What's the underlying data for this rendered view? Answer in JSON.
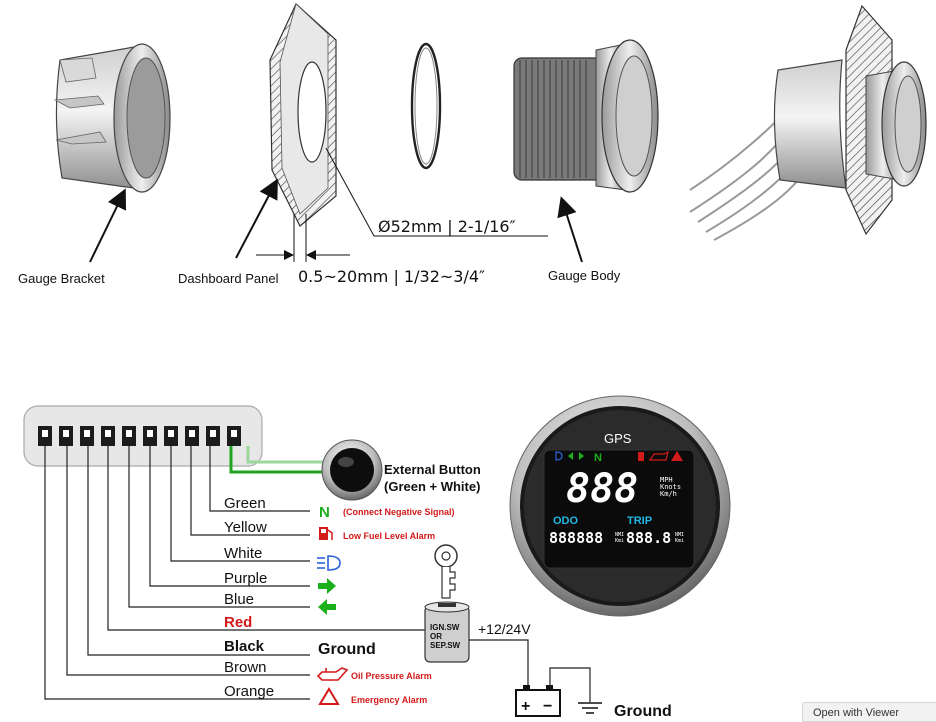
{
  "install": {
    "gauge_bracket": "Gauge Bracket",
    "dashboard_panel": "Dashboard Panel",
    "gauge_body": "Gauge Body",
    "hole_dimension": "Ø52mm | 2-1/16″",
    "panel_thickness": "0.5~20mm | 1/32~3/4″"
  },
  "gauge": {
    "title": "GPS",
    "speed_digits": "888",
    "units": [
      "MPH",
      "Knots",
      "Km/h"
    ],
    "odo_label": "ODO",
    "trip_label": "TRIP",
    "odo_digits": "888888",
    "trip_digits": "888.8",
    "odo_unit_top": "NMI",
    "odo_unit_bottom": "Kmi",
    "trip_unit_top": "NMI",
    "trip_unit_bottom": "Kmi",
    "neutral_symbol": "N",
    "bezel_color": "#1a1a1a",
    "screen_color": "#0b0b0b"
  },
  "wiring": {
    "external_button_line1": "External Button",
    "external_button_line2": "(Green + White)",
    "wires": [
      {
        "label": "Green",
        "color": "#111111",
        "bold": false
      },
      {
        "label": "Yellow",
        "color": "#111111",
        "bold": false
      },
      {
        "label": "White",
        "color": "#111111",
        "bold": false
      },
      {
        "label": "Purple",
        "color": "#111111",
        "bold": false
      },
      {
        "label": "Blue",
        "color": "#111111",
        "bold": false
      },
      {
        "label": "Red",
        "color": "#d21a1a",
        "bold": true
      },
      {
        "label": "Black",
        "color": "#111111",
        "bold": true
      },
      {
        "label": "Brown",
        "color": "#111111",
        "bold": false
      },
      {
        "label": "Orange",
        "color": "#111111",
        "bold": false
      }
    ],
    "neutral_letter": "N",
    "connect_negative": "(Connect Negative Signal)",
    "low_fuel": "Low Fuel Level Alarm",
    "oil_pressure": "Oil Pressure Alarm",
    "emergency": "Emergency Alarm",
    "ground_black": "Ground",
    "ground_battery": "Ground",
    "switch_line1": "IGN.SW",
    "switch_line2": "OR",
    "switch_line3": "SEP.SW",
    "supply": "+12/24V",
    "battery_plus": "+",
    "battery_minus": "−",
    "accent_green": "#1bb01b",
    "accent_red": "#d21a1a",
    "accent_blue": "#2a62d6"
  },
  "viewer_tab": "Open with Viewer"
}
